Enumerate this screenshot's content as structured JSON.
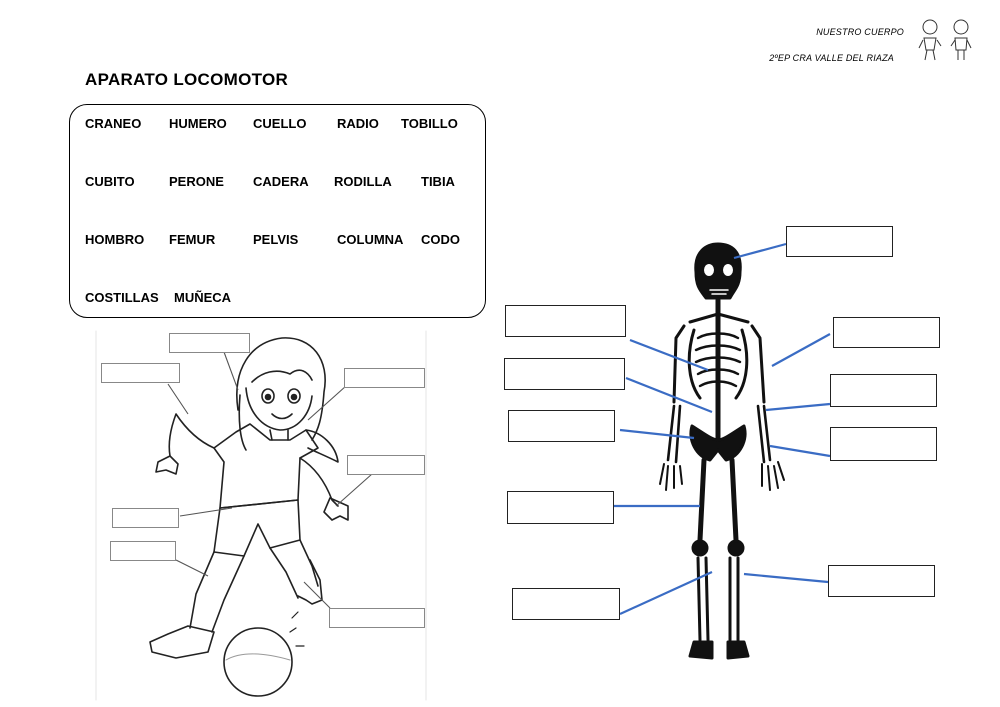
{
  "header": {
    "line1": "NUESTRO CUERPO",
    "line2": "2ºEP CRA VALLE DEL RIAZA"
  },
  "title": "APARATO LOCOMOTOR",
  "word_bank": [
    "CRANEO",
    "HUMERO",
    "CUELLO",
    "RADIO",
    "TOBILLO",
    "CUBITO",
    "PERONE",
    "CADERA",
    "RODILLA",
    "TIBIA",
    "HOMBRO",
    "FEMUR",
    "PELVIS",
    "COLUMNA",
    "CODO",
    "COSTILLAS",
    "MUÑECA"
  ],
  "child_answers": [
    "",
    "",
    "",
    "",
    "",
    "",
    "",
    ""
  ],
  "skeleton_answers": [
    "",
    "",
    "",
    "",
    "",
    "",
    "",
    "",
    "",
    "",
    "",
    ""
  ],
  "colors": {
    "connector_blue": "#3a6cc4",
    "connector_gray": "#555555"
  }
}
